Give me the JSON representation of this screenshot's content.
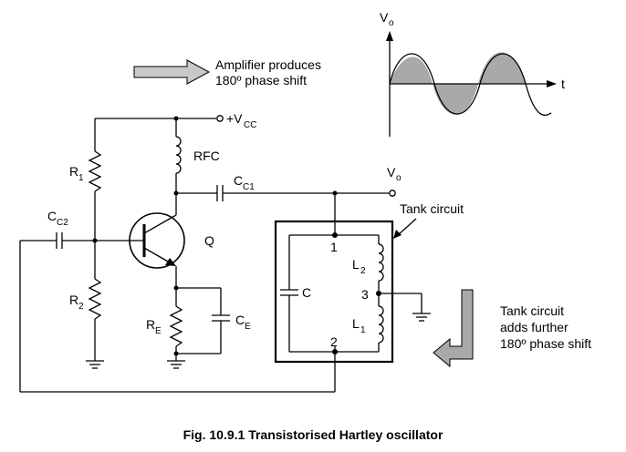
{
  "labels": {
    "vcc_main": "+V",
    "vcc_sub": "CC",
    "rfc": "RFC",
    "r1_main": "R",
    "r1_sub": "1",
    "r2_main": "R",
    "r2_sub": "2",
    "re_main": "R",
    "re_sub": "E",
    "ce_main": "C",
    "ce_sub": "E",
    "cc1_main": "C",
    "cc1_sub": "C1",
    "cc2_main": "C",
    "cc2_sub": "C2",
    "q": "Q",
    "vo_out_main": "V",
    "vo_out_sub": "o",
    "c_tank": "C",
    "l1_main": "L",
    "l1_sub": "1",
    "l2_main": "L",
    "l2_sub": "2",
    "node1": "1",
    "node2": "2",
    "node3": "3",
    "tank_circuit": "Tank circuit",
    "graph_v_main": "V",
    "graph_v_sub": "o",
    "graph_t": "t"
  },
  "annotations": {
    "amplifier_line1": "Amplifier produces",
    "amplifier_line2": "180º phase shift",
    "tank_line1": "Tank circuit",
    "tank_line2": "adds further",
    "tank_line3": "180º phase shift"
  },
  "caption": "Fig. 10.9.1 Transistorised Hartley oscillator",
  "colors": {
    "arrow_fill": "#c8c8c8",
    "wave_fill": "#a9a9a9",
    "line": "#000000"
  }
}
